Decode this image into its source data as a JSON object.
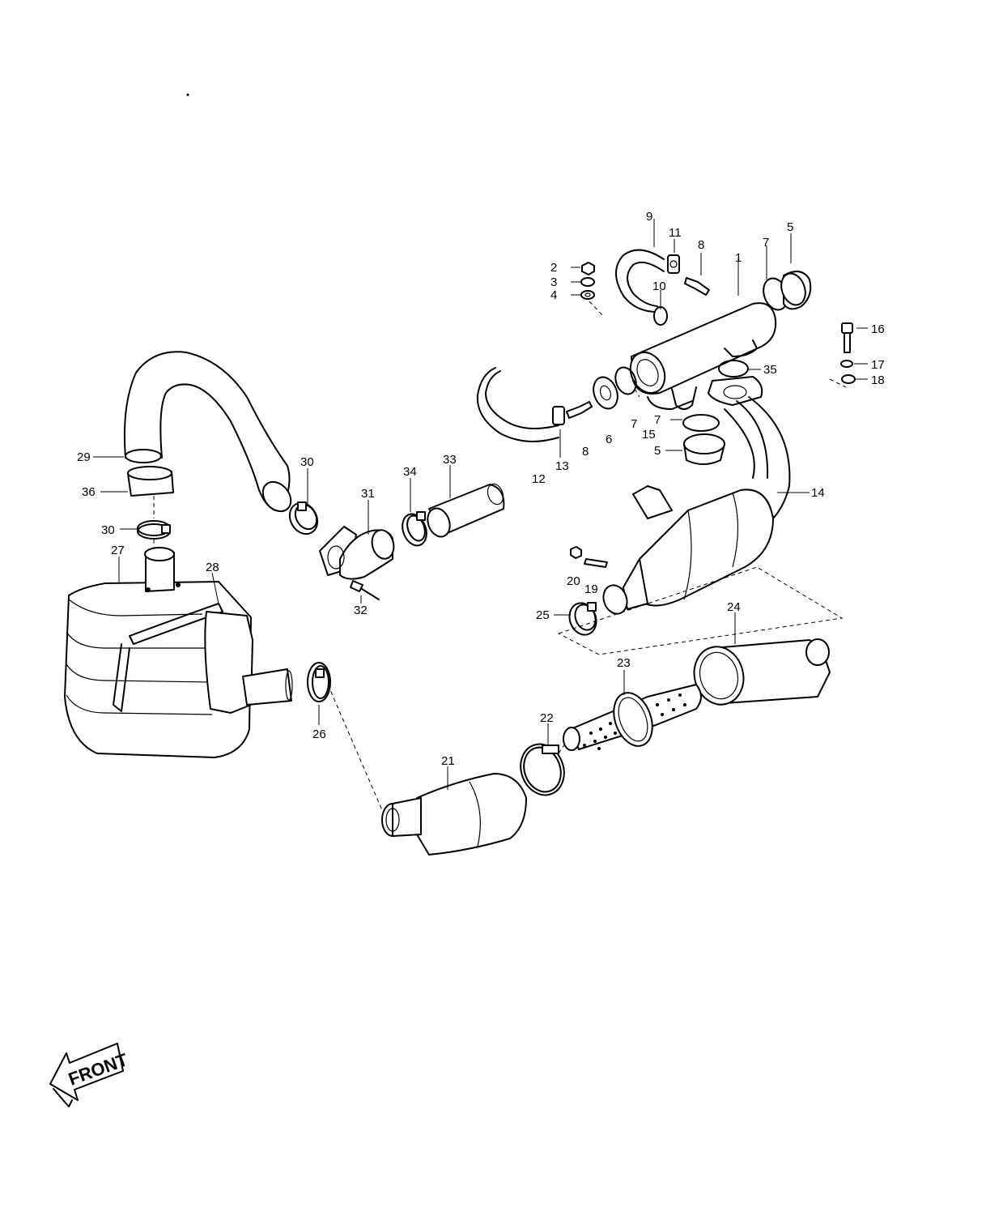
{
  "callouts": {
    "n1": "1",
    "n2": "2",
    "n3": "3",
    "n4": "4",
    "n5a": "5",
    "n5b": "5",
    "n6": "6",
    "n7a": "7",
    "n7b": "7",
    "n7c": "7",
    "n8a": "8",
    "n8b": "8",
    "n9": "9",
    "n10": "10",
    "n11": "11",
    "n12": "12",
    "n13": "13",
    "n14": "14",
    "n15": "15",
    "n16": "16",
    "n17": "17",
    "n18": "18",
    "n19": "19",
    "n20": "20",
    "n21": "21",
    "n22": "22",
    "n23": "23",
    "n24": "24",
    "n25": "25",
    "n26": "26",
    "n27": "27",
    "n28": "28",
    "n29": "29",
    "n30a": "30",
    "n30b": "30",
    "n31": "31",
    "n32": "32",
    "n33": "33",
    "n34": "34",
    "n35": "35",
    "n36": "36"
  },
  "front_label": "FRONT"
}
